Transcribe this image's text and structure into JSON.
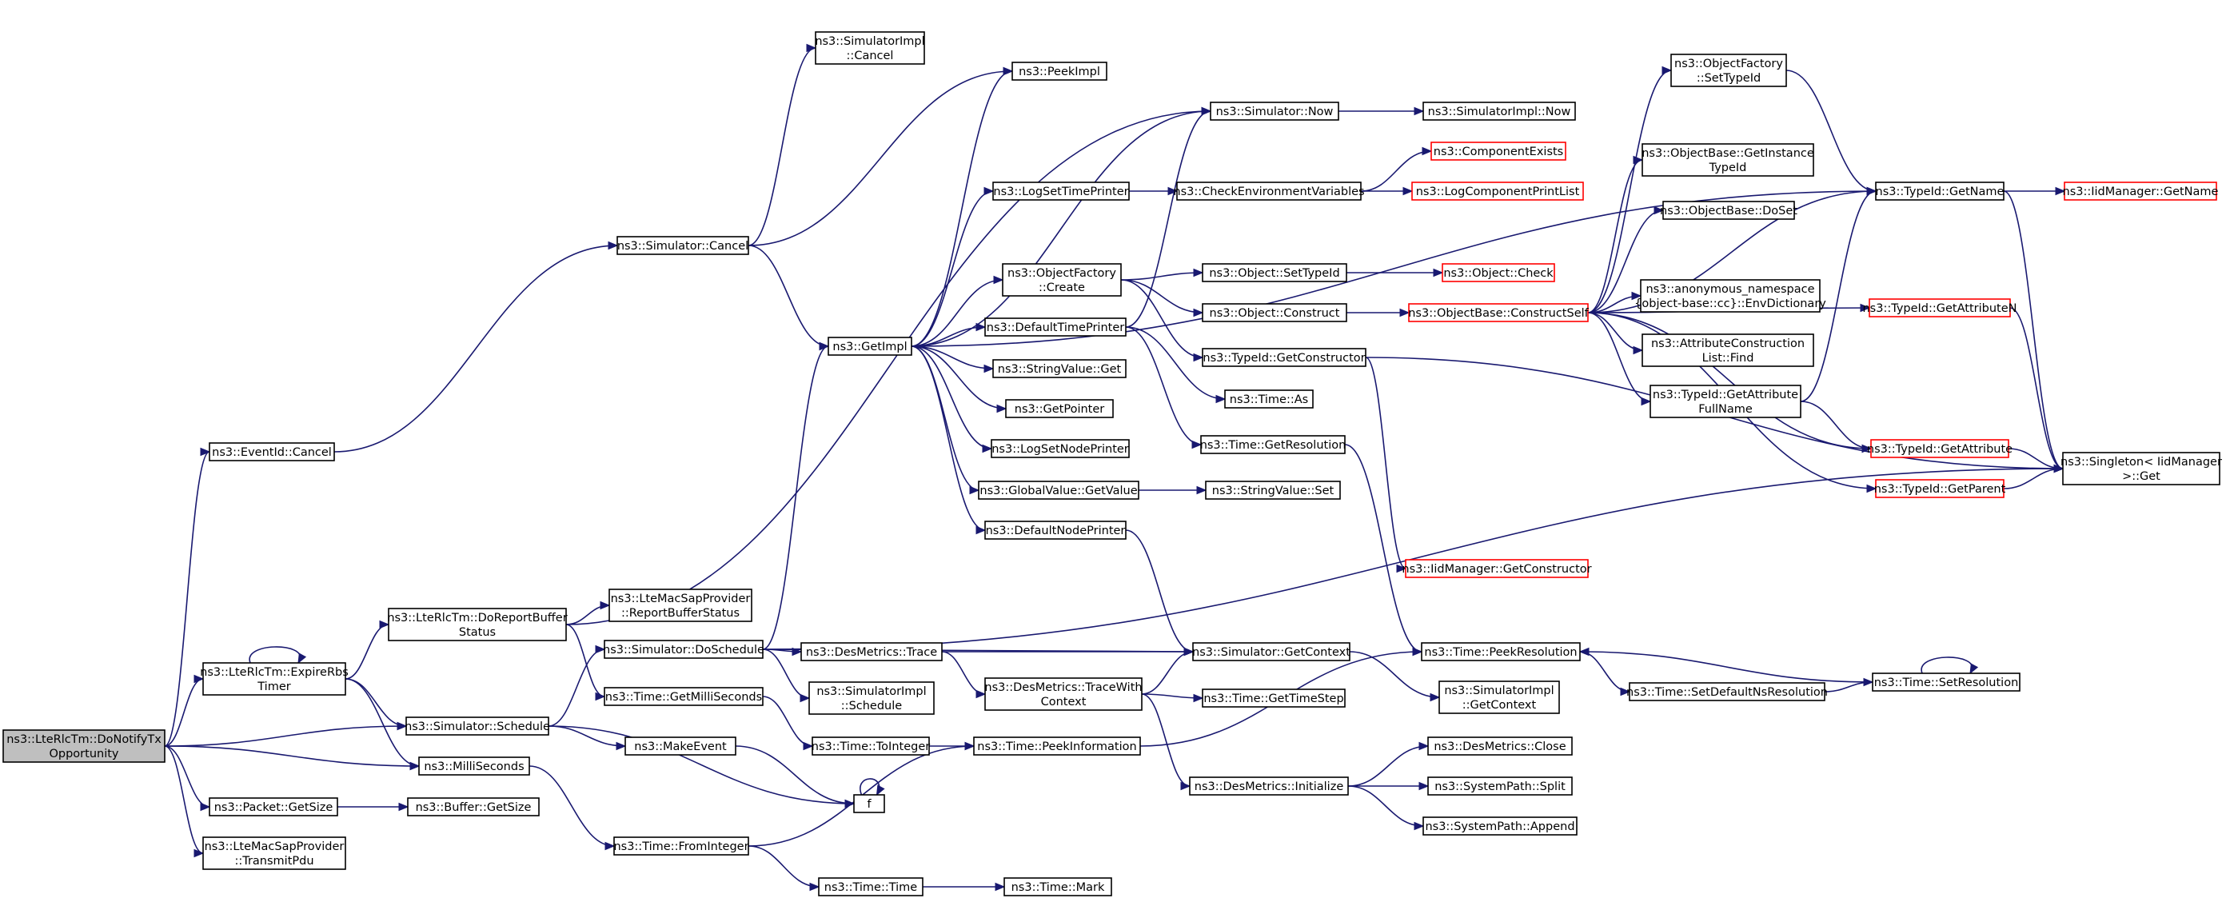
{
  "colors": {
    "edge": "#191970",
    "root_fill": "#bfbfbf",
    "missing_border": "#ff0000",
    "border": "#000000",
    "background": "#ffffff"
  },
  "nodes": [
    {
      "id": "root",
      "lines": [
        "ns3::LteRlcTm::DoNotifyTx",
        "Opportunity"
      ],
      "kind": "root"
    },
    {
      "id": "eventid_cancel",
      "lines": [
        "ns3::EventId::Cancel"
      ]
    },
    {
      "id": "expire_rbs",
      "lines": [
        "ns3::LteRlcTm::ExpireRbs",
        "Timer"
      ]
    },
    {
      "id": "packet_getsize",
      "lines": [
        "ns3::Packet::GetSize"
      ]
    },
    {
      "id": "mac_transmitpdu",
      "lines": [
        "ns3::LteMacSapProvider",
        "::TransmitPdu"
      ]
    },
    {
      "id": "do_report",
      "lines": [
        "ns3::LteRlcTm::DoReportBuffer",
        "Status"
      ]
    },
    {
      "id": "sim_schedule",
      "lines": [
        "ns3::Simulator::Schedule"
      ]
    },
    {
      "id": "milliseconds",
      "lines": [
        "ns3::MilliSeconds"
      ]
    },
    {
      "id": "buffer_getsize",
      "lines": [
        "ns3::Buffer::GetSize"
      ]
    },
    {
      "id": "report_buffer",
      "lines": [
        "ns3::LteMacSapProvider",
        "::ReportBufferStatus"
      ]
    },
    {
      "id": "sim_cancel",
      "lines": [
        "ns3::Simulator::Cancel"
      ]
    },
    {
      "id": "sim_doschedule",
      "lines": [
        "ns3::Simulator::DoSchedule"
      ]
    },
    {
      "id": "time_getms",
      "lines": [
        "ns3::Time::GetMilliSeconds"
      ]
    },
    {
      "id": "make_event",
      "lines": [
        "ns3::MakeEvent"
      ]
    },
    {
      "id": "time_frominteger",
      "lines": [
        "ns3::Time::FromInteger"
      ]
    },
    {
      "id": "simimpl_cancel",
      "lines": [
        "ns3::SimulatorImpl",
        "::Cancel"
      ]
    },
    {
      "id": "getimpl",
      "lines": [
        "ns3::GetImpl"
      ]
    },
    {
      "id": "desm_trace",
      "lines": [
        "ns3::DesMetrics::Trace"
      ]
    },
    {
      "id": "simimpl_schedule",
      "lines": [
        "ns3::SimulatorImpl",
        "::Schedule"
      ]
    },
    {
      "id": "time_tointeger",
      "lines": [
        "ns3::Time::ToInteger"
      ]
    },
    {
      "id": "f",
      "lines": [
        "f"
      ]
    },
    {
      "id": "time_time",
      "lines": [
        "ns3::Time::Time"
      ]
    },
    {
      "id": "peekimpl",
      "lines": [
        "ns3::PeekImpl"
      ]
    },
    {
      "id": "logsettimeprinter",
      "lines": [
        "ns3::LogSetTimePrinter"
      ]
    },
    {
      "id": "objfactory_create",
      "lines": [
        "ns3::ObjectFactory",
        "::Create"
      ]
    },
    {
      "id": "defaulttimeprinter",
      "lines": [
        "ns3::DefaultTimePrinter"
      ]
    },
    {
      "id": "stringvalue_get",
      "lines": [
        "ns3::StringValue::Get"
      ]
    },
    {
      "id": "getpointer",
      "lines": [
        "ns3::GetPointer"
      ]
    },
    {
      "id": "logsetnodeprinter",
      "lines": [
        "ns3::LogSetNodePrinter"
      ]
    },
    {
      "id": "globalvalue_getvalue",
      "lines": [
        "ns3::GlobalValue::GetValue"
      ]
    },
    {
      "id": "defaultnodeprinter",
      "lines": [
        "ns3::DefaultNodePrinter"
      ]
    },
    {
      "id": "desm_tracewith",
      "lines": [
        "ns3::DesMetrics::TraceWith",
        "Context"
      ]
    },
    {
      "id": "time_peekinfo",
      "lines": [
        "ns3::Time::PeekInformation"
      ]
    },
    {
      "id": "time_mark",
      "lines": [
        "ns3::Time::Mark"
      ]
    },
    {
      "id": "sim_now",
      "lines": [
        "ns3::Simulator::Now"
      ]
    },
    {
      "id": "check_env",
      "lines": [
        "ns3::CheckEnvironmentVariables"
      ]
    },
    {
      "id": "obj_settypeid",
      "lines": [
        "ns3::Object::SetTypeId"
      ]
    },
    {
      "id": "obj_construct",
      "lines": [
        "ns3::Object::Construct"
      ]
    },
    {
      "id": "typeid_getconstructor",
      "lines": [
        "ns3::TypeId::GetConstructor"
      ]
    },
    {
      "id": "time_as",
      "lines": [
        "ns3::Time::As"
      ]
    },
    {
      "id": "time_getresolution",
      "lines": [
        "ns3::Time::GetResolution"
      ]
    },
    {
      "id": "stringvalue_set",
      "lines": [
        "ns3::StringValue::Set"
      ]
    },
    {
      "id": "sim_getcontext",
      "lines": [
        "ns3::Simulator::GetContext"
      ]
    },
    {
      "id": "time_gettimestep",
      "lines": [
        "ns3::Time::GetTimeStep"
      ]
    },
    {
      "id": "desm_initialize",
      "lines": [
        "ns3::DesMetrics::Initialize"
      ]
    },
    {
      "id": "simimpl_now",
      "lines": [
        "ns3::SimulatorImpl::Now"
      ]
    },
    {
      "id": "component_exists",
      "lines": [
        "ns3::ComponentExists"
      ],
      "kind": "missing"
    },
    {
      "id": "logcomp_printlist",
      "lines": [
        "ns3::LogComponentPrintList"
      ],
      "kind": "missing"
    },
    {
      "id": "object_check",
      "lines": [
        "ns3::Object::Check"
      ],
      "kind": "missing"
    },
    {
      "id": "objbase_constructself",
      "lines": [
        "ns3::ObjectBase::ConstructSelf"
      ],
      "kind": "missing"
    },
    {
      "id": "iidmgr_getconstructor",
      "lines": [
        "ns3::IidManager::GetConstructor"
      ],
      "kind": "missing"
    },
    {
      "id": "time_peekresolution",
      "lines": [
        "ns3::Time::PeekResolution"
      ]
    },
    {
      "id": "simimpl_getcontext",
      "lines": [
        "ns3::SimulatorImpl",
        "::GetContext"
      ]
    },
    {
      "id": "desm_close",
      "lines": [
        "ns3::DesMetrics::Close"
      ]
    },
    {
      "id": "syspath_split",
      "lines": [
        "ns3::SystemPath::Split"
      ]
    },
    {
      "id": "syspath_append",
      "lines": [
        "ns3::SystemPath::Append"
      ]
    },
    {
      "id": "objfactory_settypeid",
      "lines": [
        "ns3::ObjectFactory",
        "::SetTypeId"
      ]
    },
    {
      "id": "objbase_getinstancetypeid",
      "lines": [
        "ns3::ObjectBase::GetInstance",
        "TypeId"
      ]
    },
    {
      "id": "objbase_doset",
      "lines": [
        "ns3::ObjectBase::DoSet"
      ]
    },
    {
      "id": "anon_envdict",
      "lines": [
        "ns3::anonymous_namespace",
        "{object-base::cc}::EnvDictionary"
      ]
    },
    {
      "id": "attrconstr_find",
      "lines": [
        "ns3::AttributeConstruction",
        "List::Find"
      ]
    },
    {
      "id": "typeid_getattrfullname",
      "lines": [
        "ns3::TypeId::GetAttribute",
        "FullName"
      ]
    },
    {
      "id": "time_setdefaultns",
      "lines": [
        "ns3::Time::SetDefaultNsResolution"
      ]
    },
    {
      "id": "typeid_getname",
      "lines": [
        "ns3::TypeId::GetName"
      ]
    },
    {
      "id": "typeid_getattributen",
      "lines": [
        "ns3::TypeId::GetAttributeN"
      ],
      "kind": "missing"
    },
    {
      "id": "typeid_getattribute",
      "lines": [
        "ns3::TypeId::GetAttribute"
      ],
      "kind": "missing"
    },
    {
      "id": "typeid_getparent",
      "lines": [
        "ns3::TypeId::GetParent"
      ],
      "kind": "missing"
    },
    {
      "id": "time_setresolution",
      "lines": [
        "ns3::Time::SetResolution"
      ]
    },
    {
      "id": "iidmgr_getname",
      "lines": [
        "ns3::IidManager::GetName"
      ],
      "kind": "missing"
    },
    {
      "id": "singleton_get",
      "lines": [
        "ns3::Singleton< IidManager",
        " >::Get"
      ]
    }
  ],
  "edges": [
    [
      "root",
      "eventid_cancel"
    ],
    [
      "root",
      "expire_rbs"
    ],
    [
      "root",
      "sim_schedule"
    ],
    [
      "root",
      "milliseconds"
    ],
    [
      "root",
      "packet_getsize"
    ],
    [
      "root",
      "mac_transmitpdu"
    ],
    [
      "eventid_cancel",
      "sim_cancel"
    ],
    [
      "expire_rbs",
      "expire_rbs"
    ],
    [
      "expire_rbs",
      "do_report"
    ],
    [
      "expire_rbs",
      "sim_schedule"
    ],
    [
      "expire_rbs",
      "milliseconds"
    ],
    [
      "packet_getsize",
      "buffer_getsize"
    ],
    [
      "do_report",
      "sim_now"
    ],
    [
      "do_report",
      "report_buffer"
    ],
    [
      "do_report",
      "time_getms"
    ],
    [
      "sim_schedule",
      "sim_doschedule"
    ],
    [
      "sim_schedule",
      "make_event"
    ],
    [
      "sim_schedule",
      "f"
    ],
    [
      "milliseconds",
      "time_frominteger"
    ],
    [
      "sim_cancel",
      "simimpl_cancel"
    ],
    [
      "sim_cancel",
      "peekimpl"
    ],
    [
      "sim_cancel",
      "getimpl"
    ],
    [
      "sim_doschedule",
      "getimpl"
    ],
    [
      "sim_doschedule",
      "desm_trace"
    ],
    [
      "sim_doschedule",
      "simimpl_schedule"
    ],
    [
      "sim_doschedule",
      "sim_getcontext"
    ],
    [
      "sim_doschedule",
      "singleton_get"
    ],
    [
      "time_getms",
      "time_tointeger"
    ],
    [
      "make_event",
      "f"
    ],
    [
      "time_frominteger",
      "time_peekinfo"
    ],
    [
      "time_frominteger",
      "time_time"
    ],
    [
      "getimpl",
      "peekimpl"
    ],
    [
      "getimpl",
      "sim_now"
    ],
    [
      "getimpl",
      "logsettimeprinter"
    ],
    [
      "getimpl",
      "objfactory_create"
    ],
    [
      "getimpl",
      "defaulttimeprinter"
    ],
    [
      "getimpl",
      "stringvalue_get"
    ],
    [
      "getimpl",
      "getpointer"
    ],
    [
      "getimpl",
      "logsetnodeprinter"
    ],
    [
      "getimpl",
      "globalvalue_getvalue"
    ],
    [
      "getimpl",
      "defaultnodeprinter"
    ],
    [
      "getimpl",
      "typeid_getname"
    ],
    [
      "desm_trace",
      "sim_getcontext"
    ],
    [
      "desm_trace",
      "desm_tracewith"
    ],
    [
      "time_tointeger",
      "time_peekinfo"
    ],
    [
      "f",
      "f"
    ],
    [
      "time_time",
      "time_mark"
    ],
    [
      "logsettimeprinter",
      "check_env"
    ],
    [
      "objfactory_create",
      "obj_settypeid"
    ],
    [
      "objfactory_create",
      "obj_construct"
    ],
    [
      "objfactory_create",
      "typeid_getconstructor"
    ],
    [
      "defaulttimeprinter",
      "sim_now"
    ],
    [
      "defaulttimeprinter",
      "time_as"
    ],
    [
      "defaulttimeprinter",
      "time_getresolution"
    ],
    [
      "globalvalue_getvalue",
      "stringvalue_set"
    ],
    [
      "defaultnodeprinter",
      "sim_getcontext"
    ],
    [
      "desm_tracewith",
      "sim_getcontext"
    ],
    [
      "desm_tracewith",
      "time_gettimestep"
    ],
    [
      "desm_tracewith",
      "desm_initialize"
    ],
    [
      "time_peekinfo",
      "time_peekresolution"
    ],
    [
      "sim_now",
      "simimpl_now"
    ],
    [
      "check_env",
      "component_exists"
    ],
    [
      "check_env",
      "logcomp_printlist"
    ],
    [
      "obj_settypeid",
      "object_check"
    ],
    [
      "obj_construct",
      "objbase_constructself"
    ],
    [
      "typeid_getconstructor",
      "iidmgr_getconstructor"
    ],
    [
      "typeid_getconstructor",
      "singleton_get"
    ],
    [
      "time_getresolution",
      "time_peekresolution"
    ],
    [
      "sim_getcontext",
      "simimpl_getcontext"
    ],
    [
      "desm_initialize",
      "desm_close"
    ],
    [
      "desm_initialize",
      "syspath_split"
    ],
    [
      "desm_initialize",
      "syspath_append"
    ],
    [
      "objbase_constructself",
      "objfactory_settypeid"
    ],
    [
      "objbase_constructself",
      "objbase_getinstancetypeid"
    ],
    [
      "objbase_constructself",
      "objbase_doset"
    ],
    [
      "objbase_constructself",
      "anon_envdict"
    ],
    [
      "objbase_constructself",
      "attrconstr_find"
    ],
    [
      "objbase_constructself",
      "typeid_getattrfullname"
    ],
    [
      "objbase_constructself",
      "typeid_getname"
    ],
    [
      "objbase_constructself",
      "typeid_getattributen"
    ],
    [
      "objbase_constructself",
      "typeid_getattribute"
    ],
    [
      "objbase_constructself",
      "typeid_getparent"
    ],
    [
      "time_peekresolution",
      "time_setdefaultns"
    ],
    [
      "time_setdefaultns",
      "time_setresolution"
    ],
    [
      "time_setresolution",
      "time_setresolution"
    ],
    [
      "time_setresolution",
      "time_peekresolution"
    ],
    [
      "objfactory_settypeid",
      "typeid_getname"
    ],
    [
      "typeid_getattrfullname",
      "typeid_getname"
    ],
    [
      "typeid_getattrfullname",
      "typeid_getattribute"
    ],
    [
      "typeid_getname",
      "iidmgr_getname"
    ],
    [
      "typeid_getname",
      "singleton_get"
    ],
    [
      "typeid_getattributen",
      "singleton_get"
    ],
    [
      "typeid_getattribute",
      "singleton_get"
    ],
    [
      "typeid_getparent",
      "singleton_get"
    ]
  ]
}
